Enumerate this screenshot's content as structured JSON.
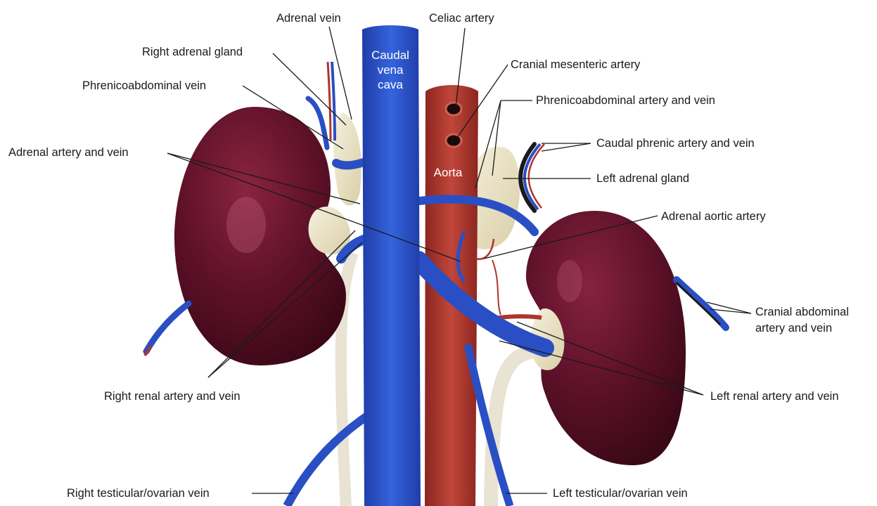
{
  "labels": {
    "adrenal_vein": "Adrenal vein",
    "celiac_artery": "Celiac artery",
    "right_adrenal_gland": "Right adrenal gland",
    "cranial_mesenteric_artery": "Cranial mesenteric artery",
    "phrenicoabdominal_vein": "Phrenicoabdominal vein",
    "phrenicoabdominal_artery_and_vein": "Phrenicoabdominal artery and vein",
    "adrenal_artery_and_vein": "Adrenal artery and vein",
    "caudal_phrenic_artery_and_vein": "Caudal phrenic artery and vein",
    "left_adrenal_gland": "Left adrenal gland",
    "adrenal_aortic_artery": "Adrenal aortic artery",
    "cranial_abdominal_line1": "Cranial abdominal",
    "cranial_abdominal_line2": "artery and vein",
    "right_renal_artery_and_vein": "Right renal artery and vein",
    "left_renal_artery_and_vein": "Left renal artery and vein",
    "right_testicular_ovarian_vein": "Right testicular/ovarian vein",
    "left_testicular_ovarian_vein": "Left testicular/ovarian vein"
  },
  "inline_labels": {
    "caudal_vena_cava_line1": "Caudal",
    "caudal_vena_cava_line2": "vena",
    "caudal_vena_cava_line3": "cava",
    "aorta": "Aorta"
  },
  "colors": {
    "vein": "#2a4fc4",
    "artery": "#b0342a",
    "kidney": "#5a1026",
    "adrenal": "#e9e2c6",
    "ureter": "#ece8dc"
  }
}
